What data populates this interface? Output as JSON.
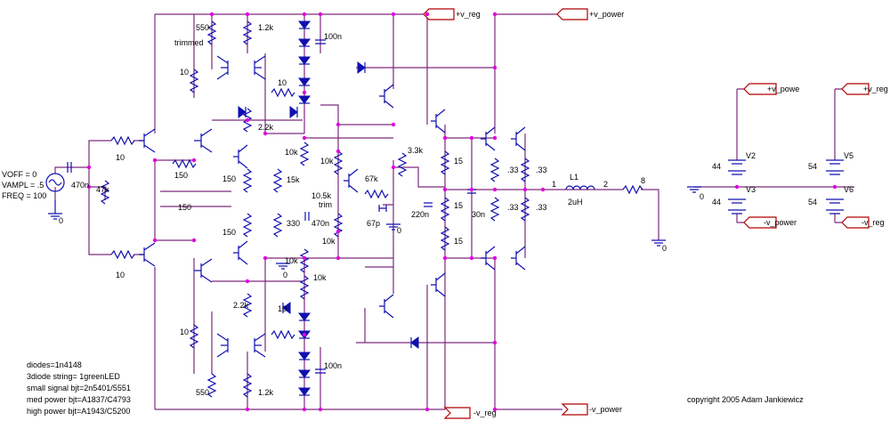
{
  "source": {
    "voff": "VOFF = 0",
    "vampl": "VAMPL = .5",
    "freq": "FREQ = 100"
  },
  "ports": {
    "vreg_pos": "+v_reg",
    "vpower_pos": "+v_power",
    "vreg_neg": "-v_reg",
    "vpower_neg": "-v_power",
    "side_vpowe": "+v_powe",
    "side_vreg_pos": "+v_reg",
    "side_vpower_neg": "-v_power",
    "side_vreg_neg": "-v_reg"
  },
  "labels": {
    "r550_top": "550",
    "r1k2_top": "1.2k",
    "trimmed": "trimmed",
    "r10_a": "10",
    "r10_b": "10",
    "c100n_top": "100n",
    "r2k2_top": "2.2k",
    "r10_in_top": "10",
    "r10_in_bot": "10",
    "r47k": "47k",
    "c470n_in": "470n",
    "r150_a": "150",
    "r150_b": "150",
    "r150_c": "150",
    "r150_d": "150",
    "r15k": "15k",
    "r330": "330",
    "r10k_a": "10k",
    "r10k_b": "10k",
    "r10k_c": "10k",
    "r10k_d": "10k",
    "r10k_e": "10k",
    "r10_5k": "10.5k",
    "trim": "trim",
    "c470n_mid": "470n",
    "r67k": "67k",
    "c67p": "67p",
    "r3_3k": "3.3k",
    "c220n": "220n",
    "c30n": "30n",
    "r15_a": "15",
    "r15_b": "15",
    "r15_c": "15",
    "r33_a": ".33",
    "r33_b": ".33",
    "r33_c": ".33",
    "r33_d": ".33",
    "l1": "L1",
    "l1_val": "2uH",
    "node1": "1",
    "node2": "2",
    "r8": "8",
    "r2k2_bot": "2.2k",
    "r10_c": "10",
    "r10_d": "10",
    "r550_bot": "550",
    "r1k2_bot": "1.2k",
    "c100n_bot": "100n",
    "zero": "0",
    "v2": "V2",
    "v3": "V3",
    "v5": "V5",
    "v6": "V6",
    "v44a": "44",
    "v44b": "44",
    "v54a": "54",
    "v54b": "54",
    "zero_side": "0"
  },
  "notes": [
    "diodes=1n4148",
    "3diode string= 1greenLED",
    "small signal bjt=2n5401/5551",
    "med power bjt=A1837/C4793",
    "high power bjt=A1943/C5200"
  ],
  "copyright": "copyright 2005 Adam Jankiewicz"
}
